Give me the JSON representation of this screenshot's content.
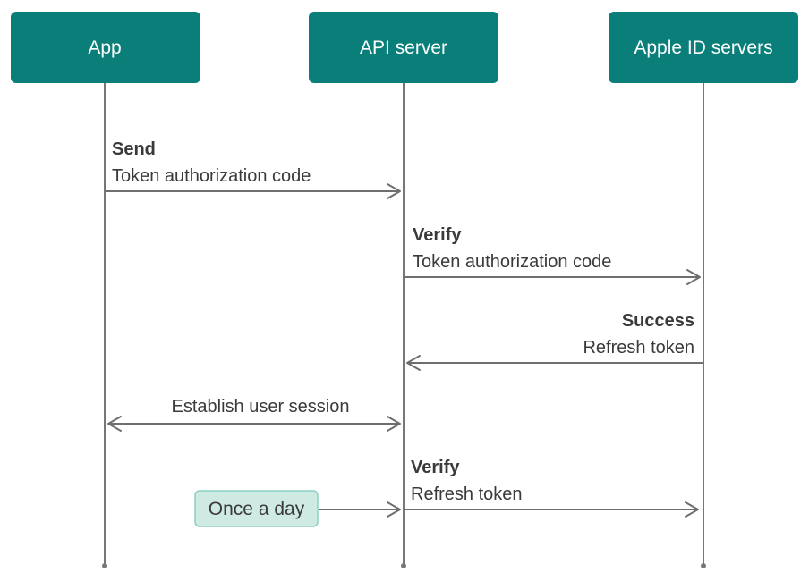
{
  "actors": {
    "app": {
      "label": "App"
    },
    "api": {
      "label": "API server"
    },
    "apple": {
      "label": "Apple ID servers"
    }
  },
  "messages": {
    "send": {
      "title": "Send",
      "subtitle": "Token authorization code",
      "from": "App",
      "to": "API server"
    },
    "verify_code": {
      "title": "Verify",
      "subtitle": "Token authorization code",
      "from": "API server",
      "to": "Apple ID servers"
    },
    "success": {
      "title": "Success",
      "subtitle": "Refresh token",
      "from": "Apple ID servers",
      "to": "API server"
    },
    "session": {
      "subtitle": "Establish user session",
      "between": [
        "App",
        "API server"
      ],
      "bidirectional": true
    },
    "verify_token": {
      "title": "Verify",
      "subtitle": "Refresh token",
      "from": "API server",
      "to": "Apple ID servers"
    }
  },
  "note": {
    "label": "Once a day"
  },
  "colors": {
    "actor_fill": "#0a7f7a",
    "actor_text": "#ffffff",
    "note_fill": "#cfe9e3",
    "note_border": "#8cd0c4",
    "line": "#6e6e6e"
  }
}
